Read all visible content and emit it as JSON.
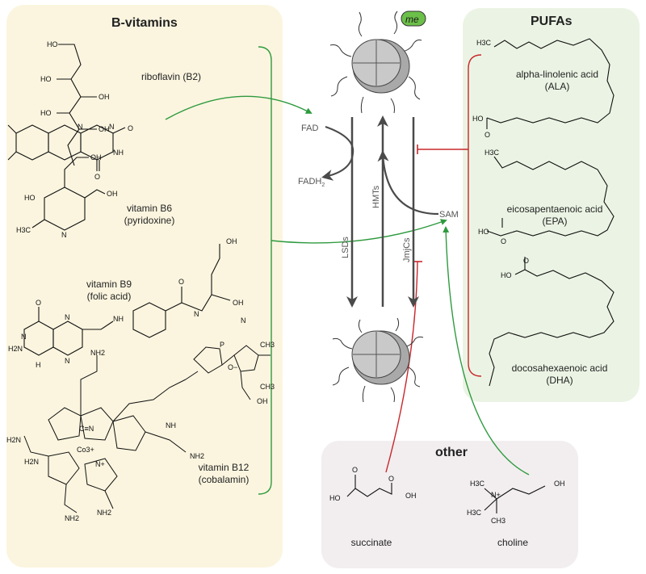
{
  "bvitamins": {
    "title": "B-vitamins",
    "riboflavin": "riboflavin (B2)",
    "b6_line1": "vitamin B6",
    "b6_line2": "(pyridoxine)",
    "b9_line1": "vitamin B9",
    "b9_line2": "(folic acid)",
    "b12_line1": "vitamin B12",
    "b12_line2": "(cobalamin)"
  },
  "pufas": {
    "title": "PUFAs",
    "ala_line1": "alpha-linolenic acid",
    "ala_line2": "(ALA)",
    "epa_line1": "eicosapentaenoic acid",
    "epa_line2": "(EPA)",
    "dha_line1": "docosahexaenoic acid",
    "dha_line2": "(DHA)"
  },
  "other": {
    "title": "other",
    "succinate": "succinate",
    "choline": "choline"
  },
  "center": {
    "fad": "FAD",
    "fadh": "FADH",
    "fadh_sub": "2",
    "sam": "SAM",
    "lsds": "LSDs",
    "hmts": "HMTs",
    "jmjcs": "JmjCs",
    "me": "me"
  },
  "atoms": {
    "ho": "HO",
    "oh": "OH",
    "o": "O",
    "n": "N",
    "nh": "NH",
    "h": "H",
    "h3c": "H3C",
    "ch3": "CH3",
    "nh2": "NH2",
    "h2n": "H2N",
    "co3": "Co3+",
    "cn": "C≡N",
    "nplus": "N+",
    "p": "P",
    "ominus": "O−"
  },
  "colors": {
    "bvit_bg": "#fbf5df",
    "pufa_bg": "#ebf4e4",
    "other_bg": "#f2eeef",
    "activate": "#2e9a3e",
    "inhibit": "#c8282c",
    "arrow": "#4a4a4a",
    "me_badge": "#6cc04a"
  }
}
